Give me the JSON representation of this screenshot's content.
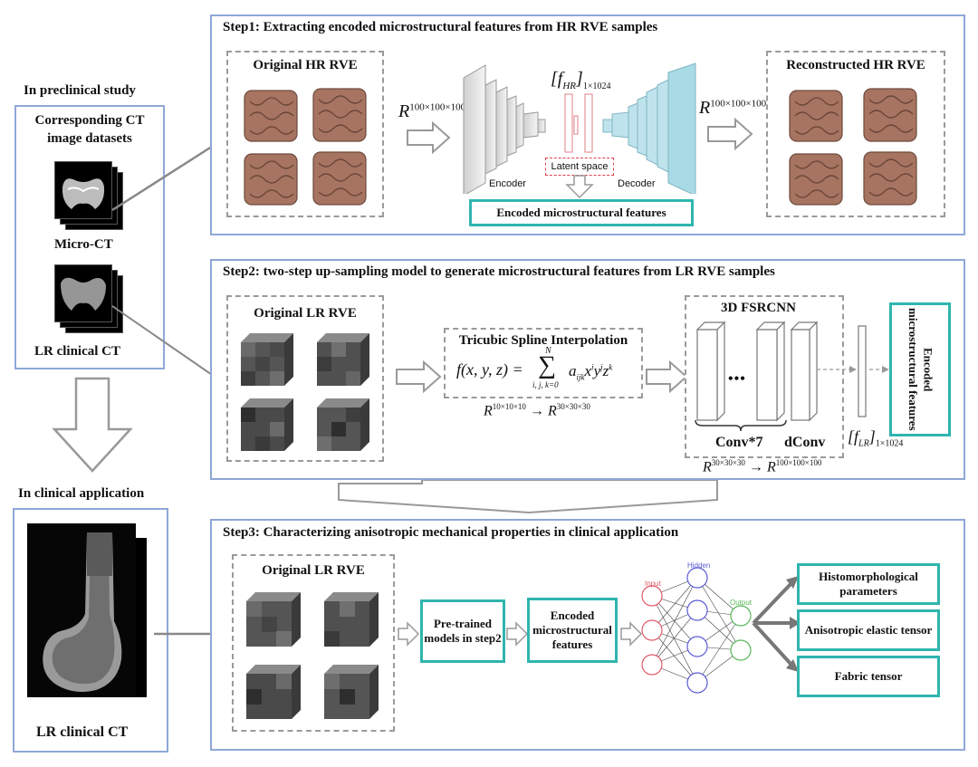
{
  "left": {
    "preclinical_title": "In preclinical study",
    "dataset_title": "Corresponding CT image datasets",
    "micro_ct": "Micro-CT",
    "lr_ct": "LR clinical CT",
    "clinical_title": "In clinical application",
    "clinical_ct": "LR clinical CT"
  },
  "step1": {
    "title": "Step1: Extracting encoded microstructural features from HR RVE samples",
    "original": "Original HR RVE",
    "reconstructed": "Reconstructed HR RVE",
    "dim_in": "R",
    "dim_in_sup": "100×100×100",
    "dim_out": "R",
    "dim_out_sup": "100×100×100",
    "latent_f": "f",
    "latent_sub": "HR",
    "latent_size": "1×1024",
    "latent_space": "Latent space",
    "encoder": "Encoder",
    "decoder": "Decoder",
    "encoded": "Encoded microstructural features"
  },
  "step2": {
    "title": "Step2: two-step up-sampling model to generate microstructural features from LR RVE samples",
    "original": "Original LR RVE",
    "interp_title": "Tricubic Spline Interpolation",
    "formula_lhs": "f(x, y, z) =",
    "formula_sum_top": "N",
    "formula_sum_bottom": "i, j, k=0",
    "formula_rhs": "a",
    "formula_rhs_sub": "ijk",
    "formula_rhs_tail": "x",
    "mapping1_a": "R",
    "mapping1_a_sup": "10×10×10",
    "mapping1_b": "R",
    "mapping1_b_sup": "30×30×30",
    "fsrcnn": "3D FSRCNN",
    "dots": "•••",
    "conv": "Conv*7",
    "dconv": "dConv",
    "mapping2_a": "R",
    "mapping2_a_sup": "30×30×30",
    "mapping2_b": "R",
    "mapping2_b_sup": "100×100×100",
    "flr_f": "f",
    "flr_sub": "LR",
    "flr_size": "1×1024",
    "encoded_vertical": "Encoded microstructural features"
  },
  "step3": {
    "title": "Step3: Characterizing anisotropic mechanical properties in clinical application",
    "original": "Original LR RVE",
    "pretrained": "Pre-trained models in step2",
    "encoded": "Encoded microstructural features",
    "input": "Input",
    "hidden": "Hidden",
    "output": "Output",
    "out1": "Histomorphological parameters",
    "out2": "Anisotropic elastic tensor",
    "out3": "Fabric tensor"
  },
  "colors": {
    "panel_border": "#8fa7d6",
    "teal": "#2fb5ae",
    "bone": "#a87462",
    "decoder": "#a9dbe6",
    "input_node": "#e05a6a",
    "hidden_node": "#5b5bd6",
    "output_node": "#5ab85a"
  }
}
